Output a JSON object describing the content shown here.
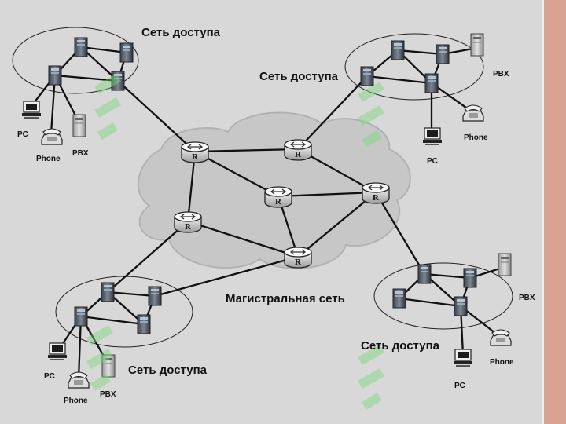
{
  "labels": {
    "access_net_top_left": "Сеть доступа",
    "access_net_top_right": "Сеть доступа",
    "access_net_bottom_left": "Сеть доступа",
    "access_net_bottom_right": "Сеть доступа",
    "backbone": "Магистральная сеть",
    "tl_pc": "PC",
    "tl_phone": "Phone",
    "tl_pbx": "PBX",
    "tr_pbx": "PBX",
    "tr_phone": "Phone",
    "tr_pc": "PC",
    "bl_pc": "PC",
    "bl_phone": "Phone",
    "bl_pbx": "PBX",
    "br_pbx": "PBX",
    "br_phone": "Phone",
    "br_pc": "PC"
  },
  "router_glyph": "R",
  "colors": {
    "background": "#d8d8d8",
    "cloud": "#c7c7c7",
    "line": "#111111",
    "watermark": "#7bd67b",
    "border": "#d9a391"
  }
}
